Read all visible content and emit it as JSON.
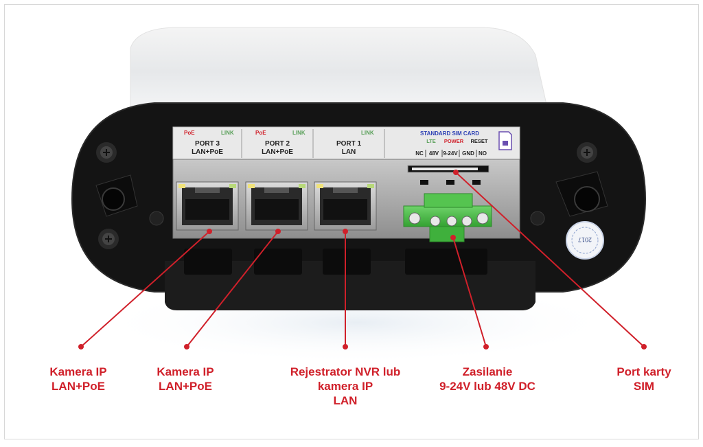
{
  "device_panel": {
    "ports": [
      {
        "poe": "PoE",
        "link": "LINK",
        "name": "PORT 3",
        "type": "LAN+PoE"
      },
      {
        "poe": "PoE",
        "link": "LINK",
        "name": "PORT 2",
        "type": "LAN+PoE"
      },
      {
        "poe": "",
        "link": "LINK",
        "name": "PORT 1",
        "type": "LAN"
      }
    ],
    "sim": {
      "title": "STANDARD SIM CARD",
      "lte": "LTE",
      "power": "POWER",
      "reset": "RESET",
      "terminals": [
        "NC",
        "48V",
        "9-24V",
        "GND",
        "NO"
      ]
    }
  },
  "sticker": {
    "text": "2017"
  },
  "callouts": [
    {
      "lines": [
        "Kamera IP",
        "LAN+PoE"
      ]
    },
    {
      "lines": [
        "Kamera IP",
        "LAN+PoE"
      ]
    },
    {
      "lines": [
        "Rejestrator NVR lub",
        "kamera IP",
        "LAN"
      ]
    },
    {
      "lines": [
        "Zasilanie",
        "9-24V lub 48V DC"
      ]
    },
    {
      "lines": [
        "Port karty",
        "SIM"
      ]
    }
  ],
  "colors": {
    "accent": "#d0202a",
    "housing": "#151515",
    "terminal_green": "#4cc14a",
    "sim_label": "#2b3fb4",
    "link_green": "#5aa05a"
  }
}
